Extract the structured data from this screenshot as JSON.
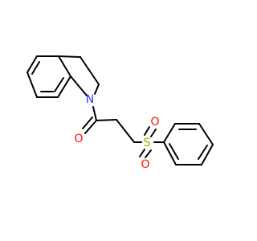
{
  "molecule": {
    "atoms": {
      "nitrogen": "N",
      "oxygen_carbonyl": "O",
      "sulfur": "S",
      "oxygen_sulfonyl_1": "O",
      "oxygen_sulfonyl_2": "O"
    },
    "colors": {
      "nitrogen": "#3333ff",
      "oxygen": "#ff0d0d",
      "sulfur": "#b2a400",
      "bond": "#000000",
      "background": "#ffffff"
    }
  }
}
